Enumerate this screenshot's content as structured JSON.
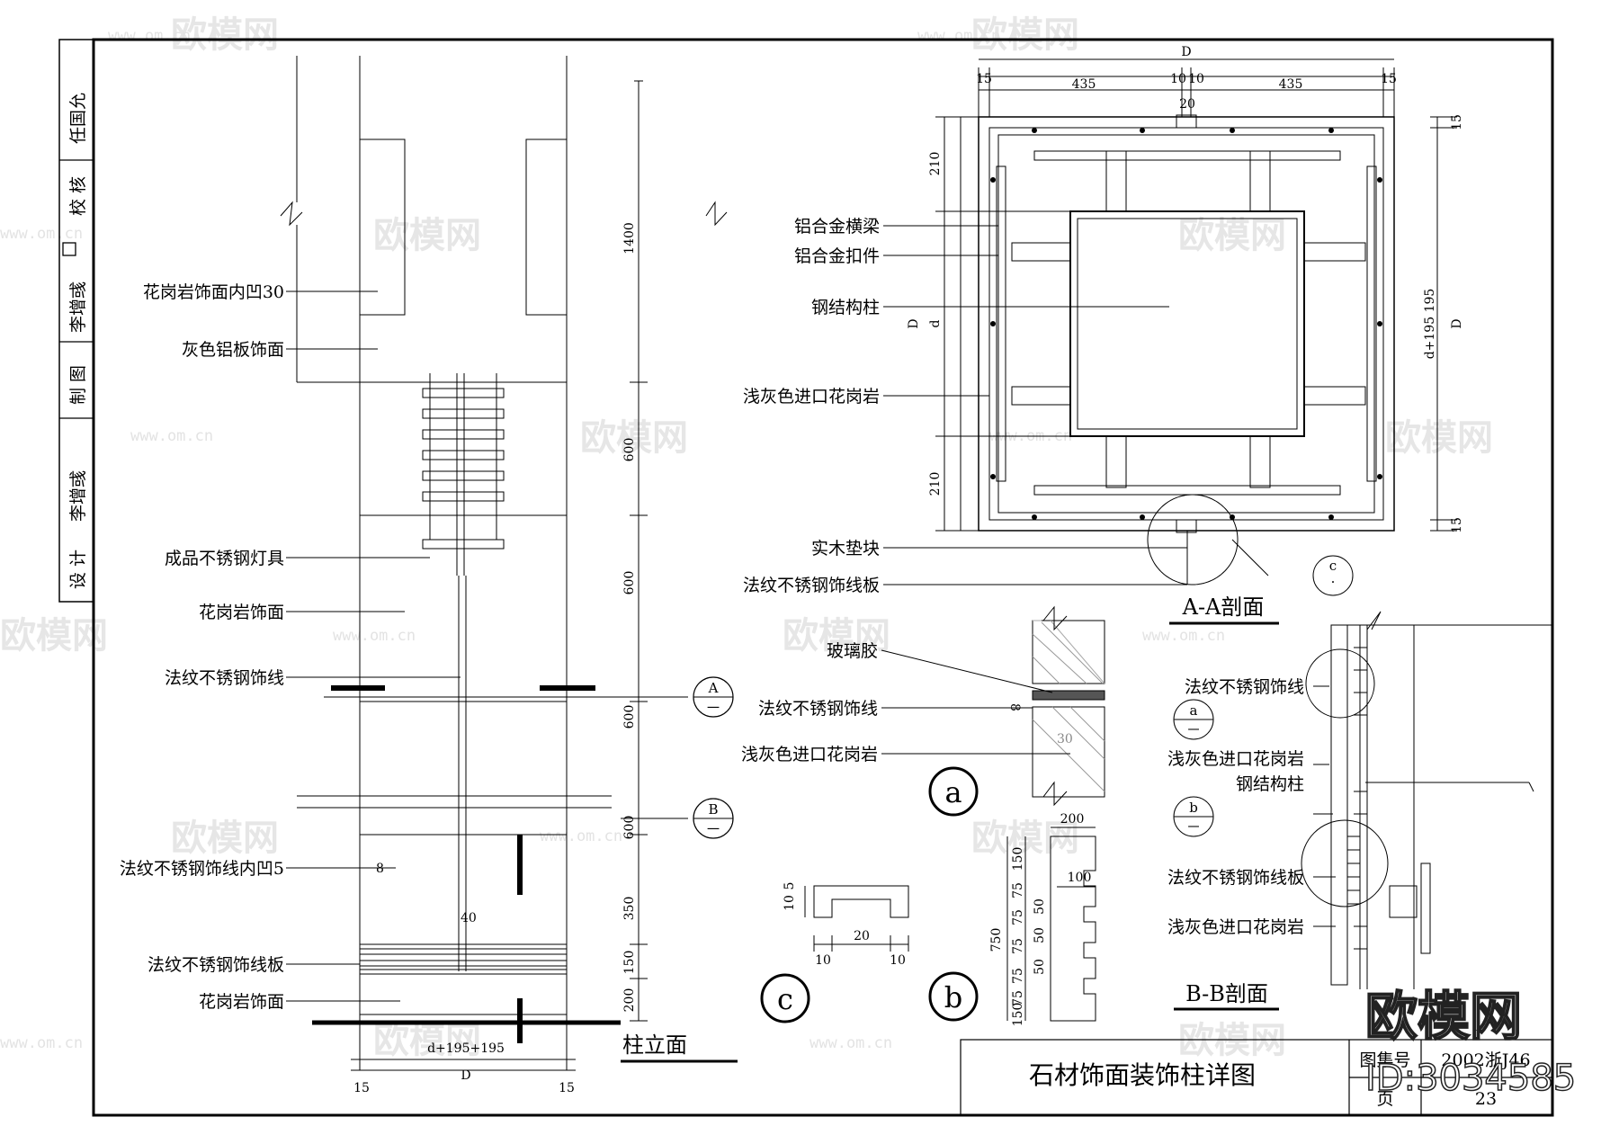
{
  "sidebar": {
    "designer_label": "设 计",
    "designer": "李增彧",
    "drafter_label": "制 图",
    "drafter": "李增彧",
    "checker_label": "校 核",
    "checker": "任国允"
  },
  "elevation": {
    "title": "柱立面",
    "labels": [
      "花岗岩饰面内凹30",
      "灰色铝板饰面",
      "成品不锈钢灯具",
      "花岗岩饰面",
      "法纹不锈钢饰线",
      "法纹不锈钢饰线内凹5",
      "法纹不锈钢饰线板",
      "花岗岩饰面"
    ],
    "dims_vertical": [
      "1400",
      "600",
      "600",
      "600",
      "600",
      "350",
      "150",
      "200"
    ],
    "dims_bottom": [
      "15",
      "D",
      "15"
    ],
    "width_note": "d+195+195",
    "inner_dims": [
      "8",
      "40"
    ],
    "section_marks": [
      {
        "letter": "A",
        "sub": "一"
      },
      {
        "letter": "B",
        "sub": "一"
      }
    ]
  },
  "section_aa": {
    "title": "A-A剖面",
    "labels": [
      "铝合金横梁",
      "铝合金扣件",
      "钢结构柱",
      "浅灰色进口花岗岩",
      "实木垫块",
      "法纹不锈钢饰线板"
    ],
    "dims_top": [
      "D",
      "15",
      "435",
      "10",
      "10",
      "435",
      "15",
      "20"
    ],
    "dims_left": [
      "210",
      "D",
      "d",
      "210"
    ],
    "dims_right": [
      "15",
      "d+195 195",
      "D",
      "15"
    ],
    "callout_c": "c",
    "callout_c_sub": "·"
  },
  "section_bb": {
    "title": "B-B剖面",
    "labels": [
      "法纹不锈钢饰线",
      "浅灰色进口花岗岩",
      "钢结构柱",
      "法纹不锈钢饰线板",
      "浅灰色进口花岗岩"
    ],
    "callout_a": "a",
    "callout_b": "b",
    "callout_sub": "一"
  },
  "detail_a": {
    "label": "a",
    "labels": [
      "玻璃胶",
      "法纹不锈钢饰线",
      "浅灰色进口花岗岩"
    ],
    "dims": [
      "8",
      "30"
    ]
  },
  "detail_b": {
    "label": "b",
    "dims": [
      "200",
      "100",
      "750",
      "150",
      "75",
      "75",
      "50",
      "75",
      "50",
      "75",
      "50",
      "75",
      "150"
    ]
  },
  "detail_c": {
    "label": "c",
    "dims": [
      "10",
      "5",
      "20",
      "10",
      "10"
    ]
  },
  "title_block": {
    "title": "石材饰面装饰柱详图",
    "atlas_label": "图集号",
    "atlas_no": "2002浙J46",
    "page_label": "页",
    "page_no": "23"
  },
  "watermark": {
    "brand": "欧模网",
    "url": "www.om.cn",
    "id_text": "ID:3034585"
  }
}
